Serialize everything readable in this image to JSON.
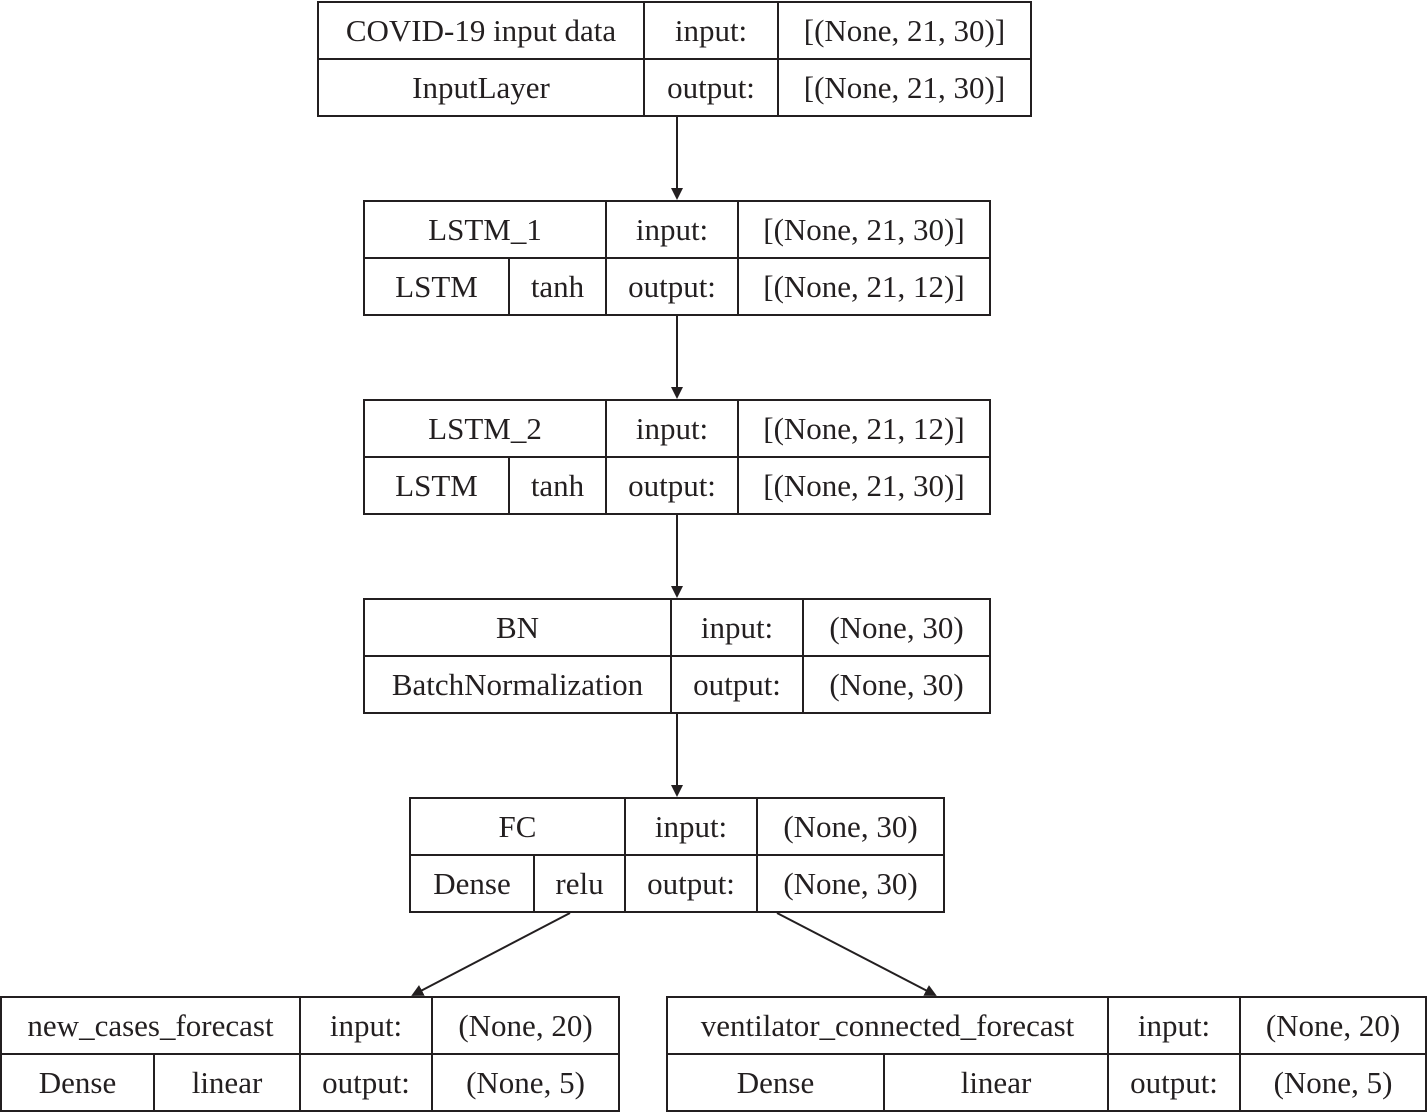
{
  "labels": {
    "input": "input:",
    "output": "output:"
  },
  "layers": [
    {
      "name": "COVID-19 input data",
      "type": "InputLayer",
      "input_shape": "[(None, 21, 30)]",
      "output_shape": "[(None, 21, 30)]"
    },
    {
      "name": "LSTM_1",
      "type": "LSTM",
      "activation": "tanh",
      "input_shape": "[(None, 21, 30)]",
      "output_shape": "[(None, 21, 12)]"
    },
    {
      "name": "LSTM_2",
      "type": "LSTM",
      "activation": "tanh",
      "input_shape": "[(None, 21, 12)]",
      "output_shape": "[(None, 21, 30)]"
    },
    {
      "name": "BN",
      "type": "BatchNormalization",
      "input_shape": "(None, 30)",
      "output_shape": "(None, 30)"
    },
    {
      "name": "FC",
      "type": "Dense",
      "activation": "relu",
      "input_shape": "(None, 30)",
      "output_shape": "(None, 30)"
    },
    {
      "name": "new_cases_forecast",
      "type": "Dense",
      "activation": "linear",
      "input_shape": "(None, 20)",
      "output_shape": "(None, 5)"
    },
    {
      "name": "ventilator_connected_forecast",
      "type": "Dense",
      "activation": "linear",
      "input_shape": "(None, 20)",
      "output_shape": "(None, 5)"
    }
  ],
  "edges": [
    {
      "from": "COVID-19 input data",
      "to": "LSTM_1"
    },
    {
      "from": "LSTM_1",
      "to": "LSTM_2"
    },
    {
      "from": "LSTM_2",
      "to": "BN"
    },
    {
      "from": "BN",
      "to": "FC"
    },
    {
      "from": "FC",
      "to": "new_cases_forecast"
    },
    {
      "from": "FC",
      "to": "ventilator_connected_forecast"
    }
  ]
}
